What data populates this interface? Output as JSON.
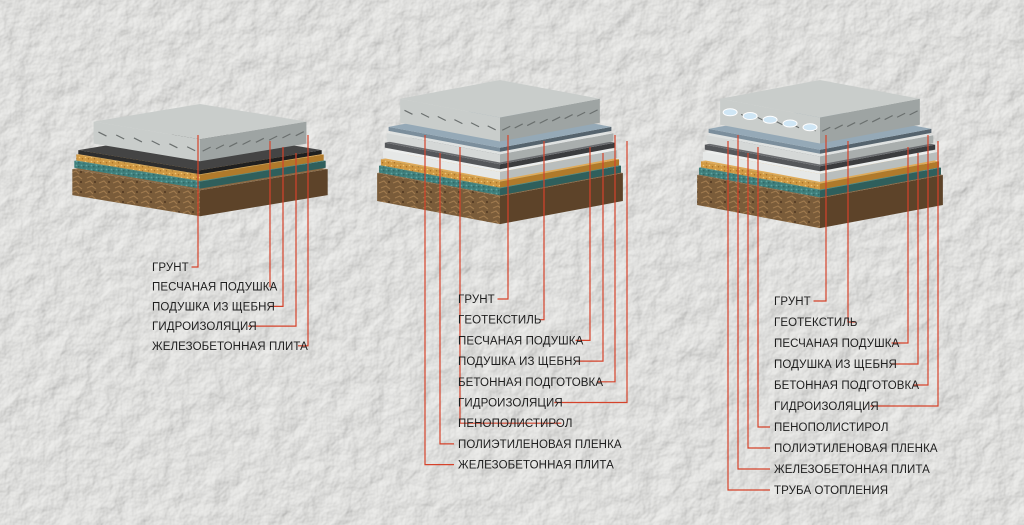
{
  "colors": {
    "leader_line": "#d5432b",
    "slab_top": "#c9cdcb",
    "slab_side": "#9ea4a3",
    "soil": "#7a5c3a",
    "sand": "#d9a04a",
    "membrane": "#3f7f7c",
    "gravel": "#4d4d50",
    "pipe": "#cfe6f5"
  },
  "diagrams": [
    {
      "labels": [
        "ГРУНТ",
        "ПЕСЧАНАЯ ПОДУШКА",
        "ПОДУШКА ИЗ ЩЕБНЯ",
        "ГИДРОИЗОЛЯЦИЯ",
        "ЖЕЛЕЗОБЕТОННАЯ ПЛИТА"
      ]
    },
    {
      "labels": [
        "ГРУНТ",
        "ГЕОТЕКСТИЛЬ",
        "ПЕСЧАНАЯ ПОДУШКА",
        "ПОДУШКА ИЗ ЩЕБНЯ",
        "БЕТОННАЯ ПОДГОТОВКА",
        "ГИДРОИЗОЛЯЦИЯ",
        "ПЕНОПОЛИСТИРОЛ",
        "ПОЛИЭТИЛЕНОВАЯ ПЛЕНКА",
        "ЖЕЛЕЗОБЕТОННАЯ ПЛИТА"
      ]
    },
    {
      "labels": [
        "ГРУНТ",
        "ГЕОТЕКСТИЛЬ",
        "ПЕСЧАНАЯ ПОДУШКА",
        "ПОДУШКА ИЗ ЩЕБНЯ",
        "БЕТОННАЯ ПОДГОТОВКА",
        "ГИДРОИЗОЛЯЦИЯ",
        "ПЕНОПОЛИСТИРОЛ",
        "ПОЛИЭТИЛЕНОВАЯ ПЛЕНКА",
        "ЖЕЛЕЗОБЕТОННАЯ ПЛИТА",
        "ТРУБА ОТОПЛЕНИЯ"
      ]
    }
  ]
}
